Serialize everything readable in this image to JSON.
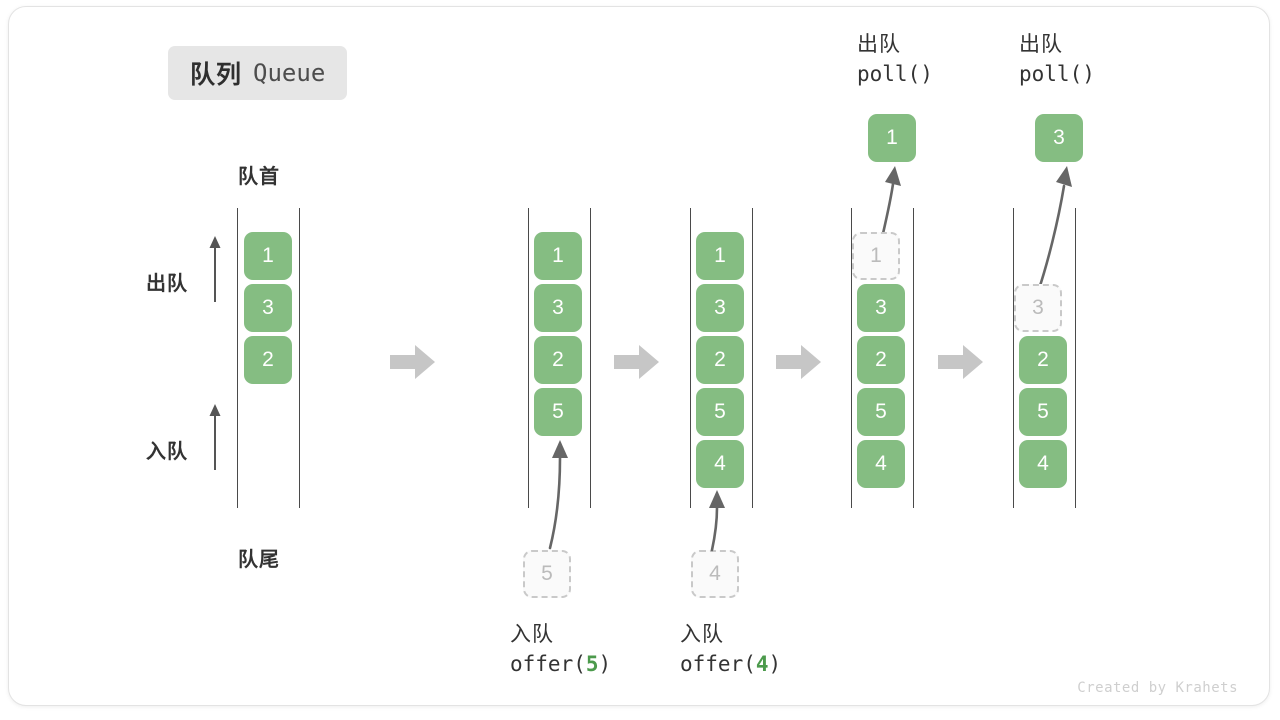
{
  "title": {
    "cn": "队列",
    "en": "Queue"
  },
  "labels": {
    "head": "队首",
    "tail": "队尾",
    "dequeue": "出队",
    "enqueue": "入队"
  },
  "watermark": "Created by Krahets",
  "colors": {
    "cell_fill": "#85bd82",
    "cell_text": "#ffffff",
    "ghost_fill": "#fafafa",
    "ghost_border": "#c9c9c9",
    "ghost_text": "#bbbbbb",
    "rail": "#4a4a4a",
    "separator": "#c6c6c6",
    "accent_green_text": "#4c9a4c",
    "badge_bg": "#e6e6e6",
    "text": "#333333"
  },
  "stages": [
    {
      "name": "initial",
      "cells": [
        "1",
        "3",
        "2"
      ],
      "ghost_cell": null,
      "incoming": null,
      "outgoing": null,
      "op_top": null,
      "op_bottom": null
    },
    {
      "name": "after-offer-5",
      "cells": [
        "1",
        "3",
        "2",
        "5"
      ],
      "ghost_cell": null,
      "incoming": "5",
      "outgoing": null,
      "op_top": null,
      "op_bottom": {
        "cn": "入队",
        "fn": "offer(",
        "arg": "5",
        "fn_end": ")"
      }
    },
    {
      "name": "after-offer-4",
      "cells": [
        "1",
        "3",
        "2",
        "5",
        "4"
      ],
      "ghost_cell": null,
      "incoming": "4",
      "outgoing": null,
      "op_top": null,
      "op_bottom": {
        "cn": "入队",
        "fn": "offer(",
        "arg": "4",
        "fn_end": ")"
      }
    },
    {
      "name": "after-poll-1",
      "cells": [
        "3",
        "2",
        "5",
        "4"
      ],
      "ghost_cell": "1",
      "ghost_index": 0,
      "incoming": null,
      "outgoing": "1",
      "op_top": {
        "cn": "出队",
        "fn": "poll()"
      },
      "op_bottom": null
    },
    {
      "name": "after-poll-3",
      "cells": [
        "2",
        "5",
        "4"
      ],
      "ghost_cell": "3",
      "ghost_index": 1,
      "incoming": null,
      "outgoing": "3",
      "op_top": {
        "cn": "出队",
        "fn": "poll()"
      },
      "op_bottom": null
    }
  ],
  "separators": [
    "arrow-right-icon",
    "arrow-right-icon",
    "arrow-right-icon",
    "arrow-right-icon"
  ],
  "direction_arrows": [
    {
      "label": "出队",
      "direction": "up"
    },
    {
      "label": "入队",
      "direction": "up"
    }
  ]
}
